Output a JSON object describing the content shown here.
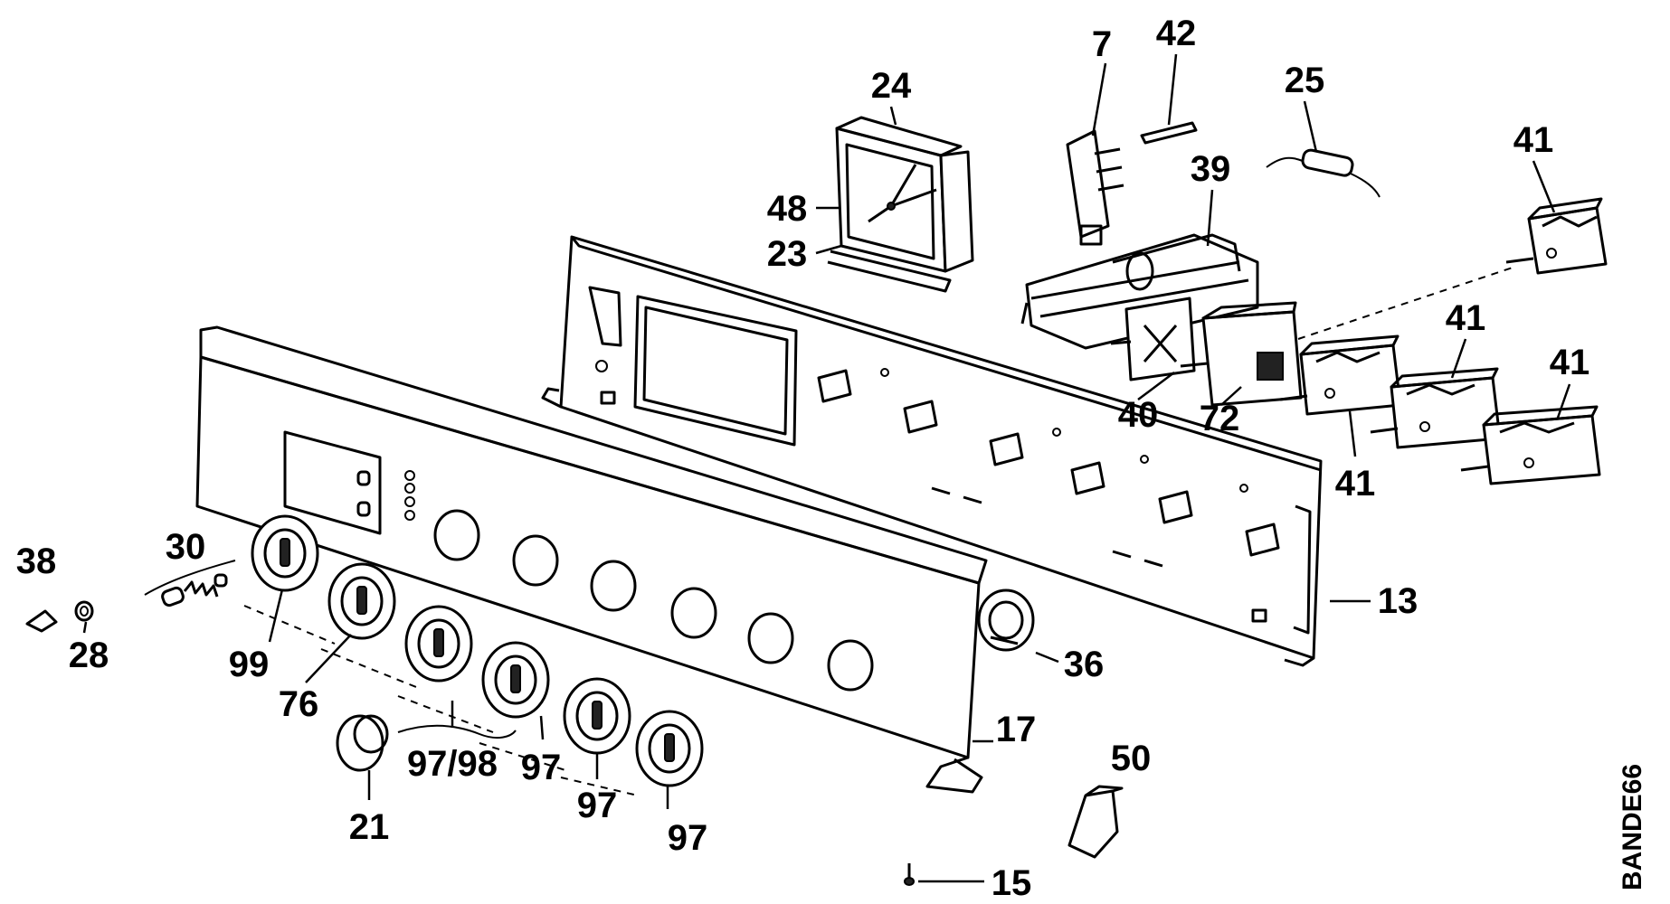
{
  "diagram": {
    "drawing_code": "BANDE66",
    "labels": {
      "p7": "7",
      "p42": "42",
      "p24": "24",
      "p25": "25",
      "p41_top": "41",
      "p39": "39",
      "p48": "48",
      "p23": "23",
      "p41_mid": "41",
      "p41_right": "41",
      "p40": "40",
      "p72": "72",
      "p41_low": "41",
      "p13": "13",
      "p38": "38",
      "p30": "30",
      "p28": "28",
      "p99": "99",
      "p76": "76",
      "p36": "36",
      "p17": "17",
      "p97_98": "97/98",
      "p97_a": "97",
      "p97_b": "97",
      "p97_c": "97",
      "p21": "21",
      "p50": "50",
      "p15": "15"
    }
  }
}
